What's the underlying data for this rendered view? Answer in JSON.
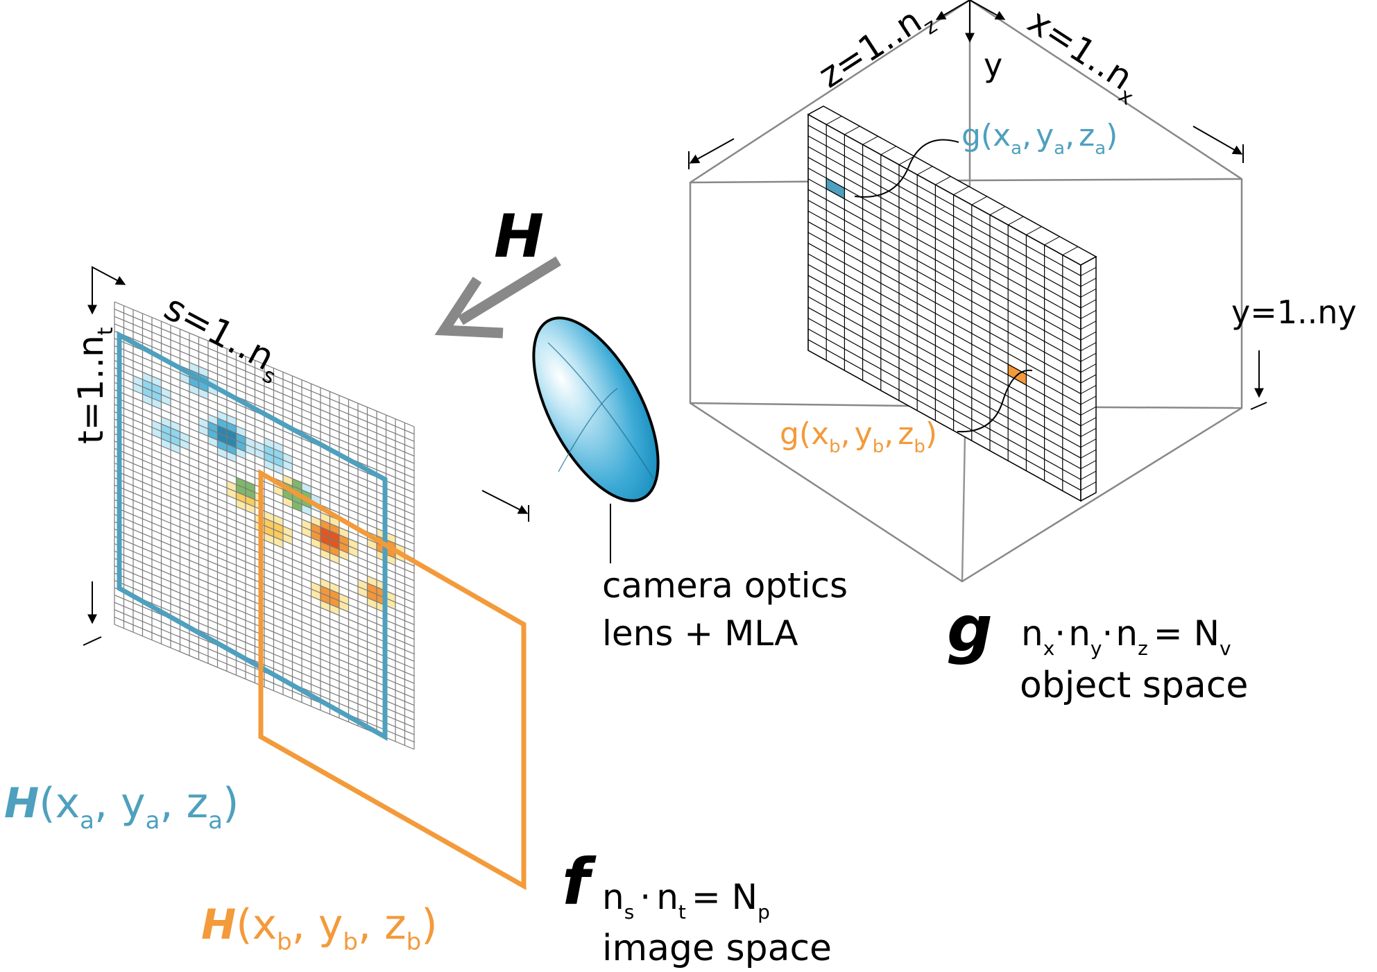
{
  "colors": {
    "blue": "#4ea0be",
    "orange": "#f39a3a",
    "line": "#888888",
    "grid": "#7a7a7a",
    "black": "#000000",
    "arrow_gray": "#888888",
    "lens_dark": "#1a8fc0",
    "lens_light": "#e8f6fc"
  },
  "object_space": {
    "symbol": "g",
    "equation": {
      "n": "n",
      "x": "x",
      "y": "y",
      "z": "z",
      "eq": "= N",
      "v": "v",
      "dot": "·"
    },
    "caption": "object space",
    "axis_z": {
      "base": "z=1..n",
      "sub": "z"
    },
    "axis_x": {
      "base": "x=1..n",
      "sub": "x"
    },
    "axis_y": "y",
    "range_y": "y=1..ny",
    "voxel_a": {
      "fn": "g(",
      "x": "x",
      "xs": "a",
      "y": "y",
      "ys": "a",
      "z": "z",
      "zs": "a",
      "close": ")",
      "sep": ","
    },
    "voxel_b": {
      "fn": "g(",
      "x": "x",
      "xs": "b",
      "y": "y",
      "ys": "b",
      "z": "z",
      "zs": "b",
      "close": ")",
      "sep": ","
    }
  },
  "image_space": {
    "symbol": "f",
    "equation": {
      "n": "n",
      "s": "s",
      "t": "t",
      "eq": "= N",
      "p": "p",
      "dot": "·"
    },
    "caption": "image space",
    "axis_s": {
      "base": "s=1..n",
      "sub": "s"
    },
    "axis_t": {
      "base": "t=1..n",
      "sub": "t"
    },
    "psf_a": {
      "H": "H",
      "open": "(x",
      "xs": "a",
      "y": ", y",
      "ys": "a",
      "z": ", z",
      "zs": "a",
      "close": ")"
    },
    "psf_b": {
      "H": "H",
      "open": "(x",
      "xs": "b",
      "y": ", y",
      "ys": "b",
      "z": ", z",
      "zs": "b",
      "close": ")"
    }
  },
  "operator": {
    "label": "H"
  },
  "optics": {
    "line1": "camera optics",
    "line2": "lens + MLA"
  }
}
